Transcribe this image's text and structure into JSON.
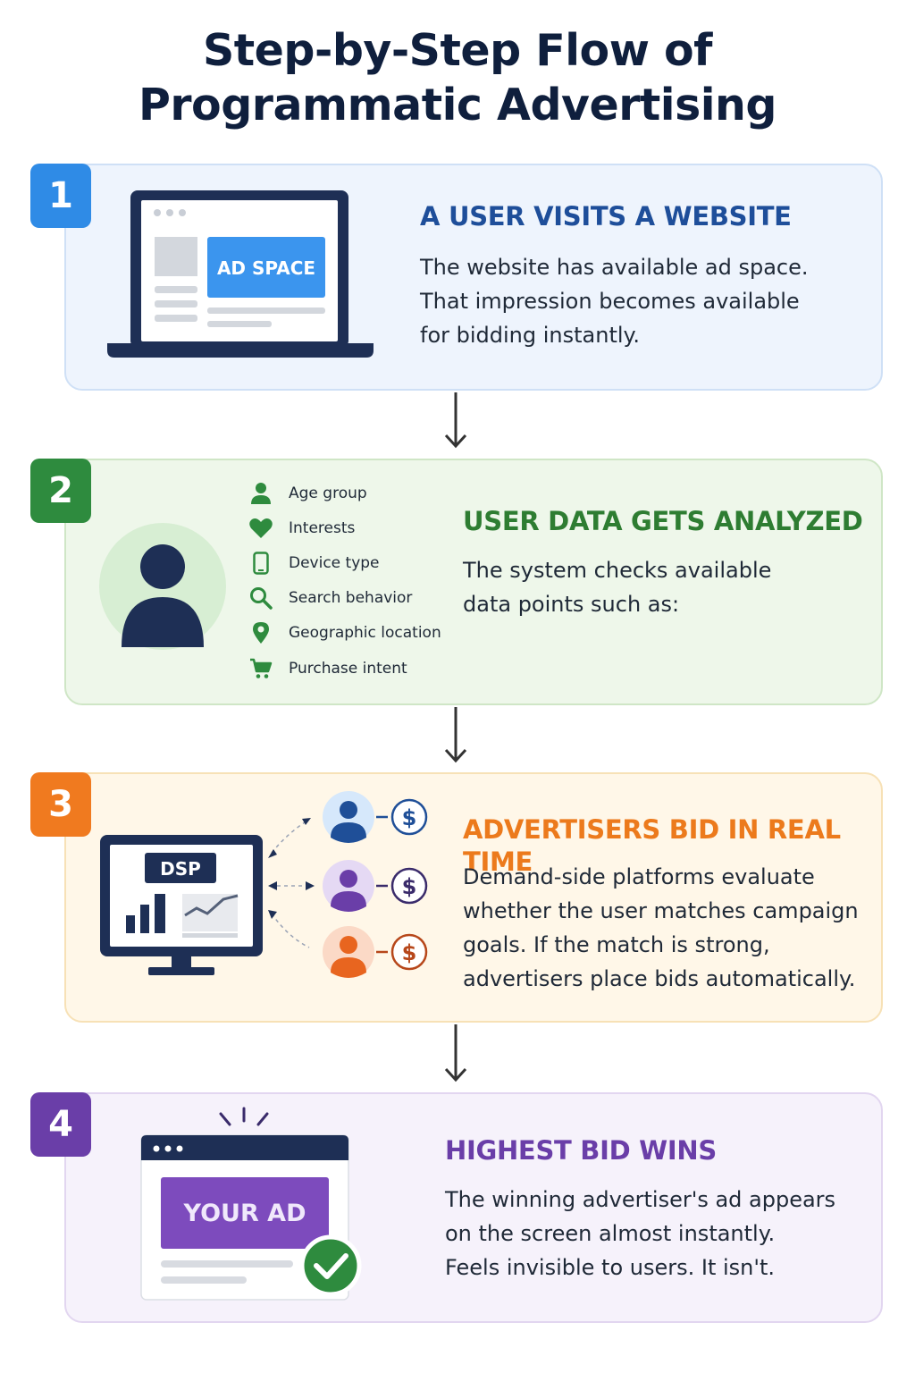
{
  "title": {
    "line1": "Step-by-Step Flow of",
    "line2": "Programmatic Advertising"
  },
  "colors": {
    "step1": "#2f8be6",
    "step2": "#2e8b3e",
    "step3": "#f07a1f",
    "step4": "#6a3ea8",
    "navy": "#1e2f55"
  },
  "steps": [
    {
      "number": "1",
      "heading": "A USER VISITS A WEBSITE",
      "lines": [
        "The website has available ad space.",
        "That impression becomes available",
        "for bidding instantly."
      ],
      "illustration": {
        "icon": "laptop-icon",
        "label": "AD SPACE"
      }
    },
    {
      "number": "2",
      "heading": "USER DATA GETS ANALYZED",
      "lines": [
        "The system checks available",
        "data points such as:"
      ],
      "illustration": {
        "icon": "user-avatar-icon"
      },
      "data_points": [
        {
          "label": "Age group",
          "icon": "person-icon"
        },
        {
          "label": "Interests",
          "icon": "heart-icon"
        },
        {
          "label": "Device type",
          "icon": "phone-icon"
        },
        {
          "label": "Search behavior",
          "icon": "search-icon"
        },
        {
          "label": "Geographic location",
          "icon": "location-pin-icon"
        },
        {
          "label": "Purchase intent",
          "icon": "cart-icon"
        }
      ]
    },
    {
      "number": "3",
      "heading": "ADVERTISERS BID IN REAL TIME",
      "lines": [
        "Demand-side platforms evaluate",
        "whether the user matches campaign",
        "goals. If the match is strong,",
        "advertisers place bids automatically."
      ],
      "illustration": {
        "icon": "monitor-icon",
        "label": "DSP",
        "bid_symbol": "$"
      }
    },
    {
      "number": "4",
      "heading": "HIGHEST BID WINS",
      "lines": [
        "The winning advertiser's ad appears",
        "on the screen almost instantly.",
        "Feels invisible to users. It isn't."
      ],
      "illustration": {
        "icon": "browser-window-icon",
        "label": "YOUR AD",
        "badge_icon": "checkmark-icon"
      }
    }
  ]
}
